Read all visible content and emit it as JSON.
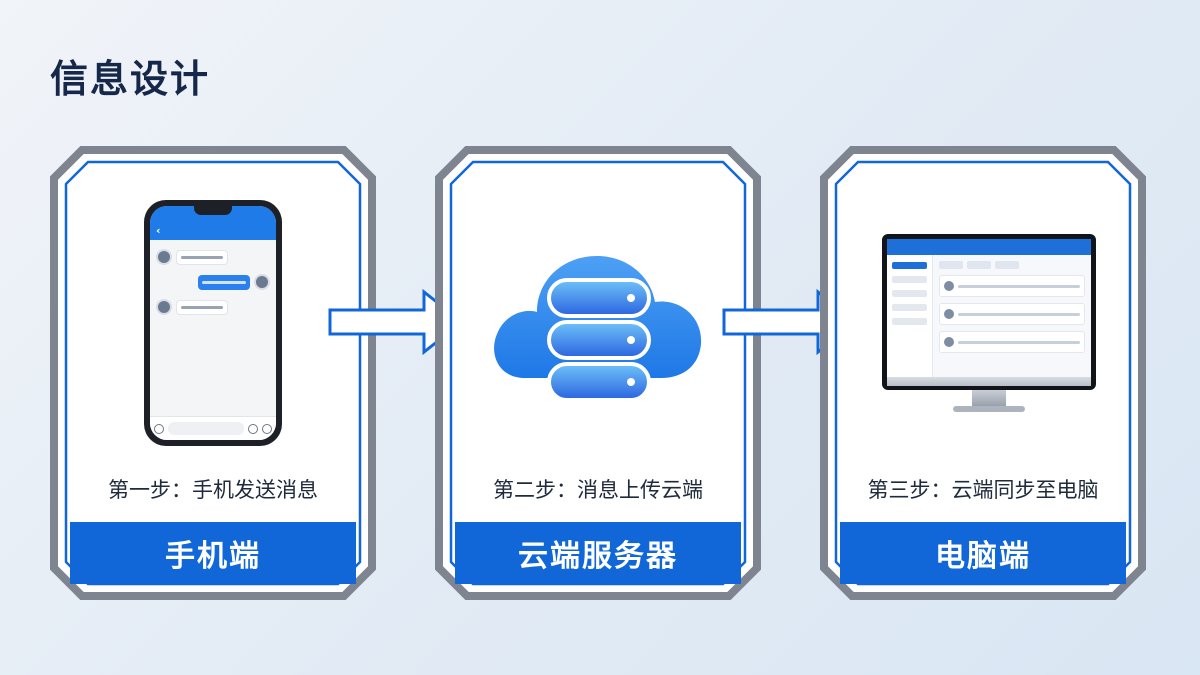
{
  "page": {
    "title": "信息设计"
  },
  "steps": [
    {
      "caption": "第一步：手机发送消息",
      "label": "手机端",
      "device_icon": "smartphone-icon"
    },
    {
      "caption": "第二步：消息上传云端",
      "label": "云端服务器",
      "device_icon": "cloud-database-icon"
    },
    {
      "caption": "第三步：云端同步至电脑",
      "label": "电脑端",
      "device_icon": "desktop-monitor-icon"
    }
  ],
  "colors": {
    "accent_blue": "#1167d8",
    "frame_gray": "#7f8590",
    "title_navy": "#16284a",
    "background": "#e6edf5"
  }
}
